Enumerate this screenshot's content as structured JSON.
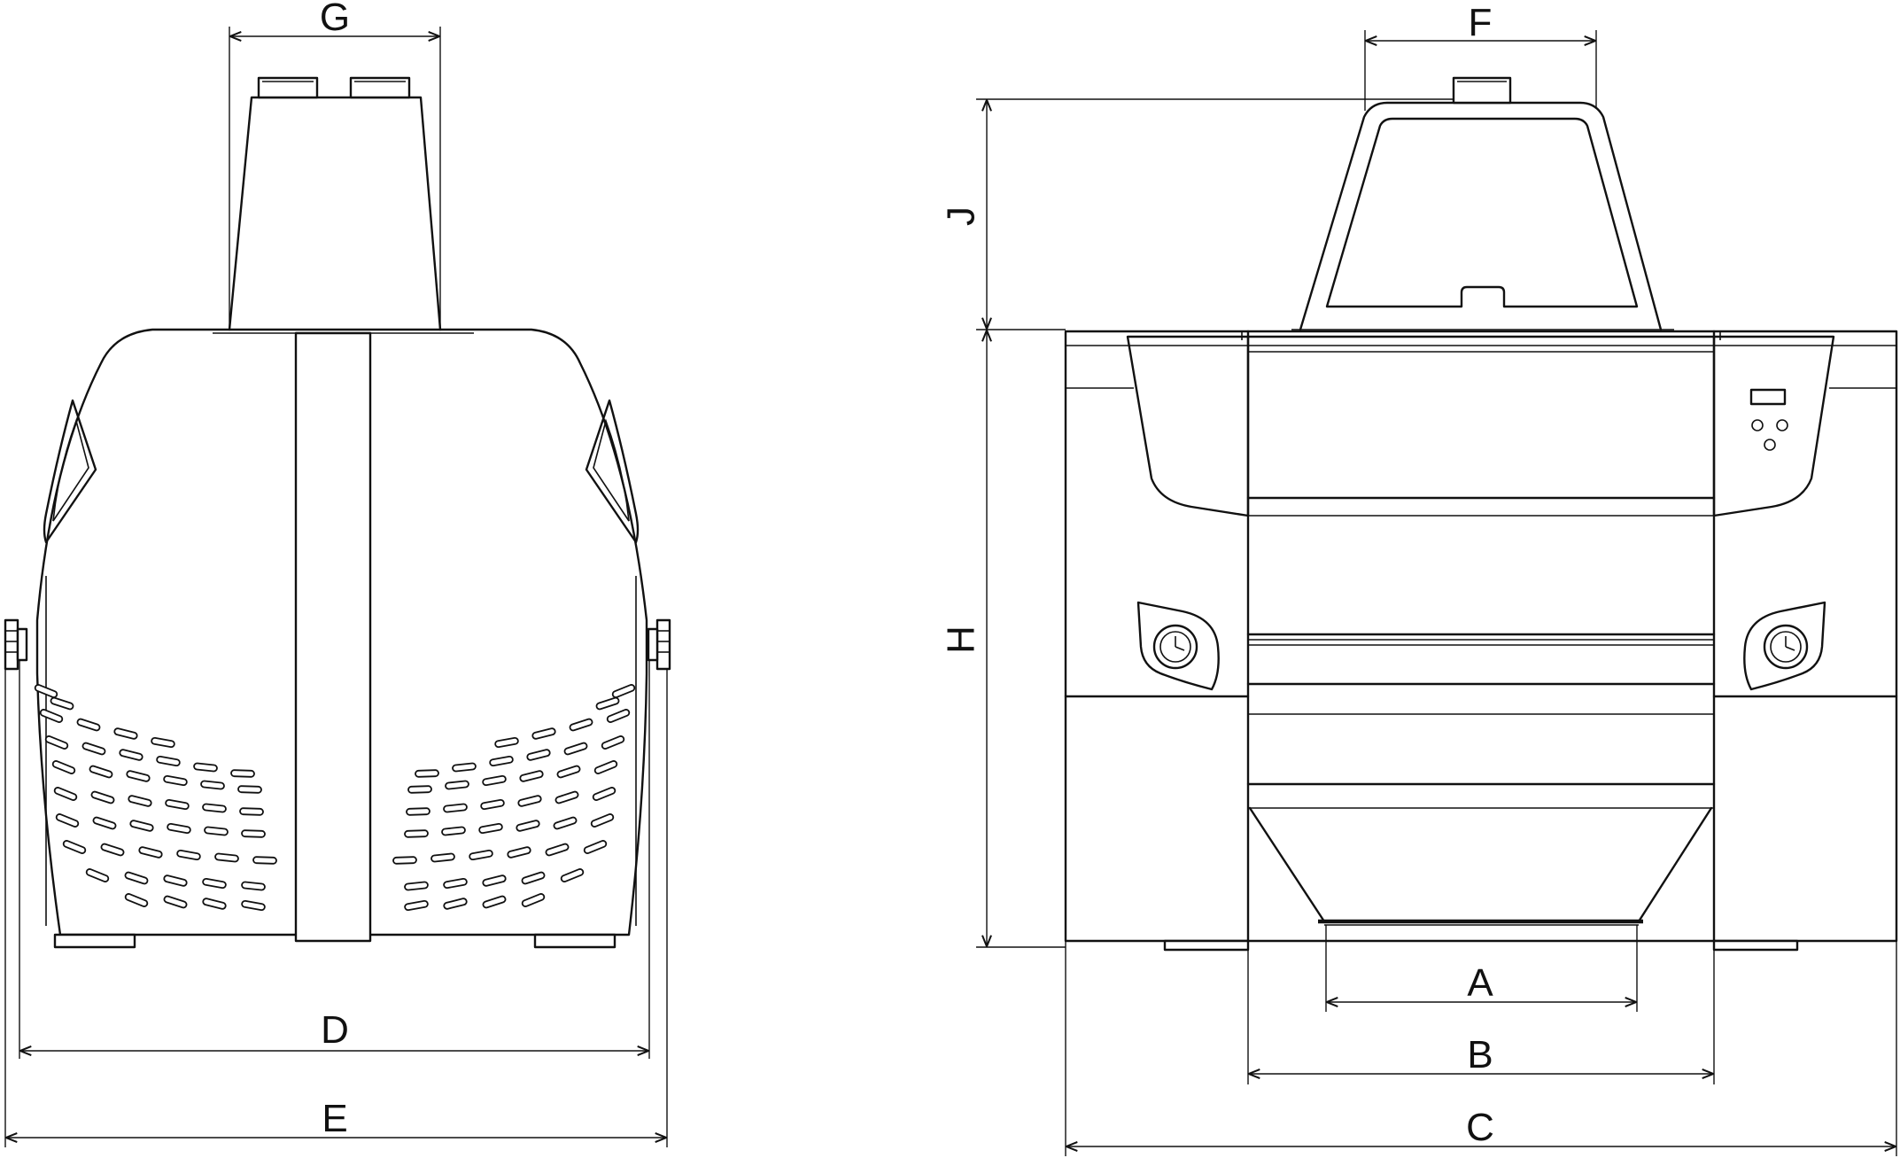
{
  "labels": {
    "A": "A",
    "B": "B",
    "C": "C",
    "D": "D",
    "E": "E",
    "F": "F",
    "G": "G",
    "H": "H",
    "J": "J"
  },
  "colors": {
    "line": "#111111",
    "background": "#ffffff"
  }
}
